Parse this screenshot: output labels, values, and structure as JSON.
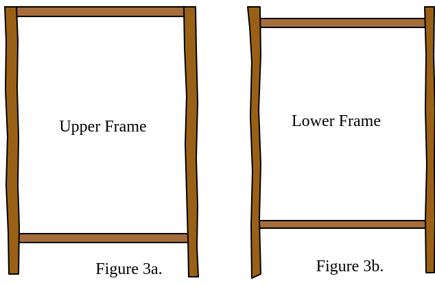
{
  "figure_a": {
    "label": "Upper Frame",
    "caption": "Figure 3a."
  },
  "figure_b": {
    "label": "Lower Frame",
    "caption": "Figure 3b."
  },
  "colors": {
    "post_wood": "#9a6116",
    "rail_wood": "#a46d3b",
    "outline": "#000000"
  }
}
